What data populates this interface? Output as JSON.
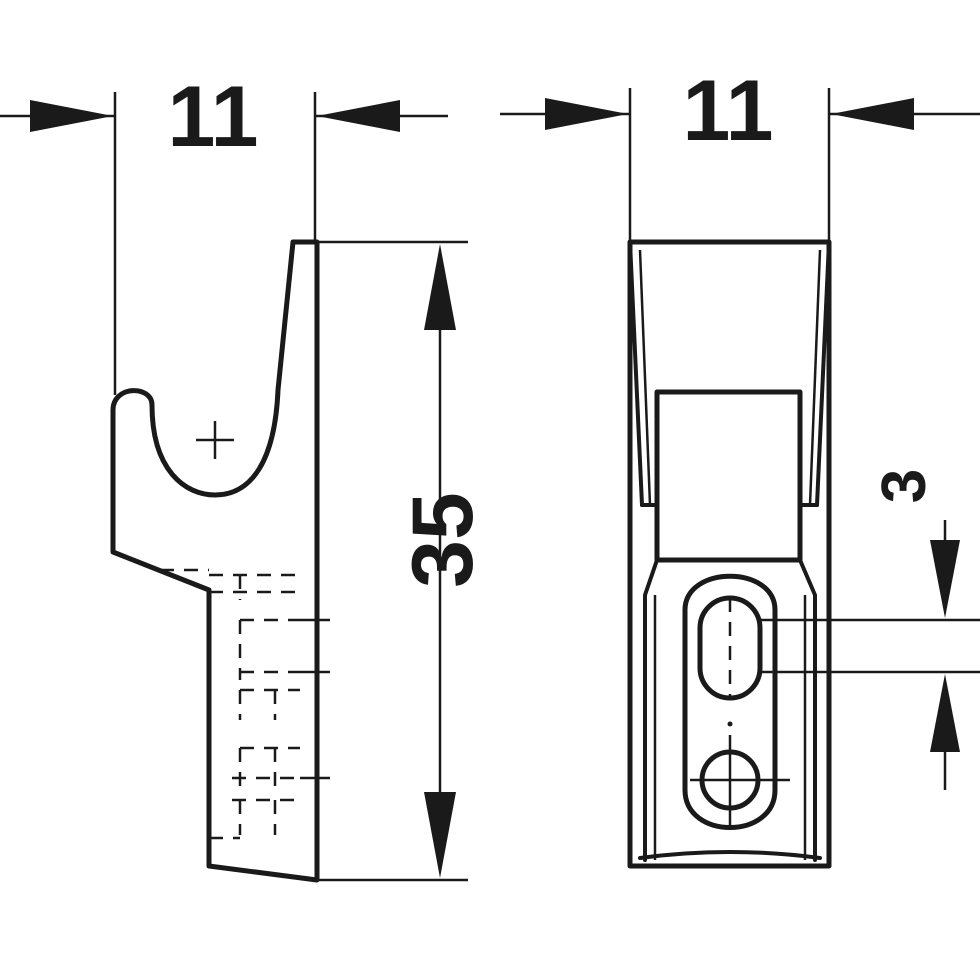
{
  "side_view": {
    "width_dimension": "11",
    "height_dimension": "35"
  },
  "front_view": {
    "width_dimension": "11",
    "slot_dimension": "3"
  }
}
